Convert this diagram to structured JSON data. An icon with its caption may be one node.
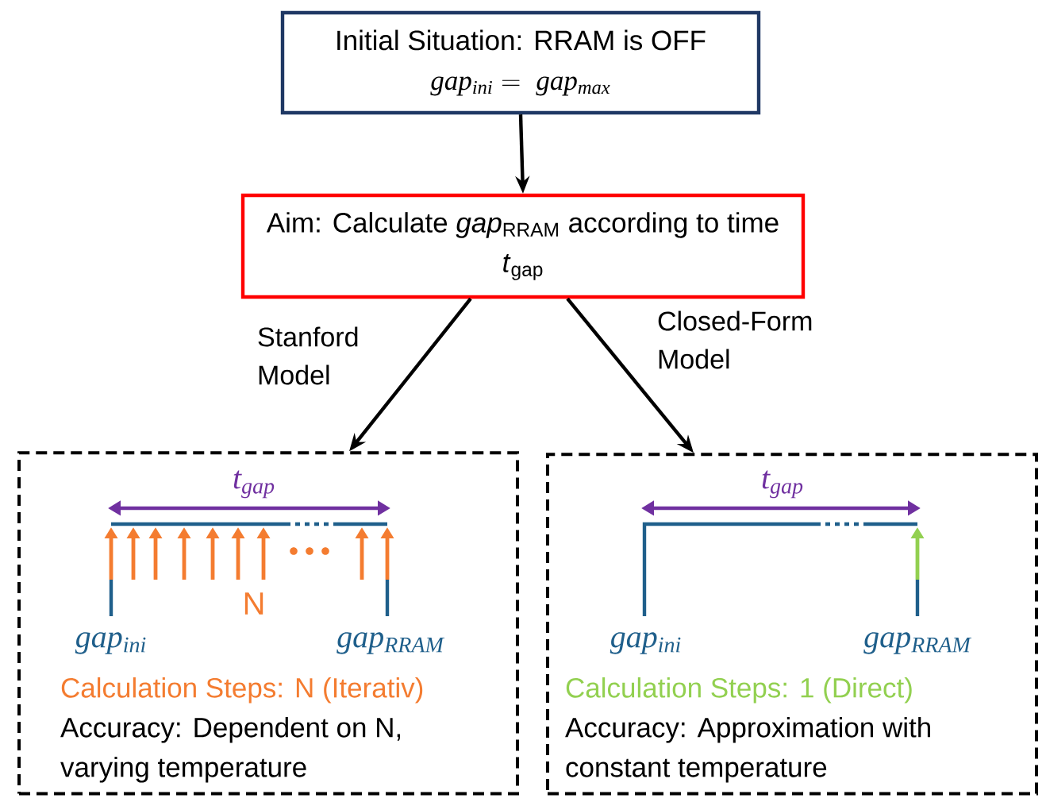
{
  "diagram": {
    "nodes": [
      {
        "text": [
          "Initial Situation: RRAM is OFF",
          "gap_{ini} =\\; gap_{max}"
        ]
      },
      {
        "text": [
          "Aim: Calculate *gap*$_{RRAM}$ according to time *t*$_{gap}$"
        ]
      },
      {
        "text": [
          "Calculation Steps: N (Iterativ)",
          "Accuracy: Dependent on N, varying temperature"
        ]
      },
      {
        "text": [
          "Calculation Steps: 1 (Direct)",
          "Accuracy: Approximation with constant temperature"
        ]
      }
    ],
    "edges": [
      {
        "from": 0,
        "to": 1,
        "arrow": "to"
      },
      {
        "from": 1,
        "to": 2,
        "arrow": "to",
        "label": "Stanford Model"
      },
      {
        "from": 1,
        "to": 3,
        "arrow": "to",
        "label": "Closed-Form Model"
      }
    ],
    "labels": [
      "t_{gap}",
      "N",
      "gap_{ini}",
      "gap_{RRAM}",
      "t_{gap}",
      "gap_{ini}",
      "gap_{RRAM}"
    ]
  }
}
